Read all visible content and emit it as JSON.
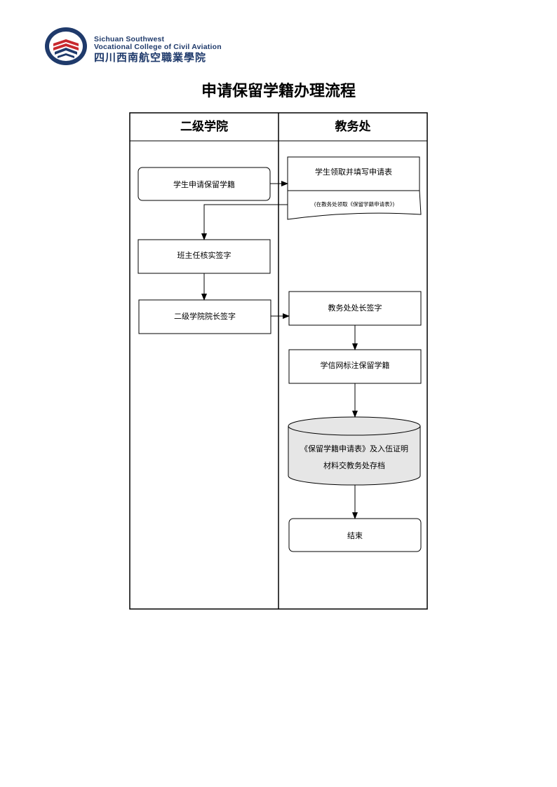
{
  "logo": {
    "name_en_line1": "Sichuan Southwest",
    "name_en_line2": "Vocational College of Civil Aviation",
    "name_cn": "四川西南航空職業學院"
  },
  "title": "申请保留学籍办理流程",
  "lanes": {
    "left": "二级学院",
    "right": "教务处"
  },
  "nodes": {
    "student_apply": "学生申请保留学籍",
    "collect_form": "学生领取并填写申请表",
    "collect_form_note": "(在教务处领取《保留学籍申请表》)",
    "teacher_sign": "班主任核实签字",
    "dean_sign": "二级学院院长签字",
    "office_head_sign": "教务处处长签字",
    "chsi_mark": "学信网标注保留学籍",
    "archive_line1": "《保留学籍申请表》及入伍证明",
    "archive_line2": "材料交教务处存档",
    "end": "结束"
  },
  "colors": {
    "logo_blue": "#1f3a6b",
    "logo_red": "#c8282d",
    "cylinder_fill": "#e6e6e6"
  }
}
